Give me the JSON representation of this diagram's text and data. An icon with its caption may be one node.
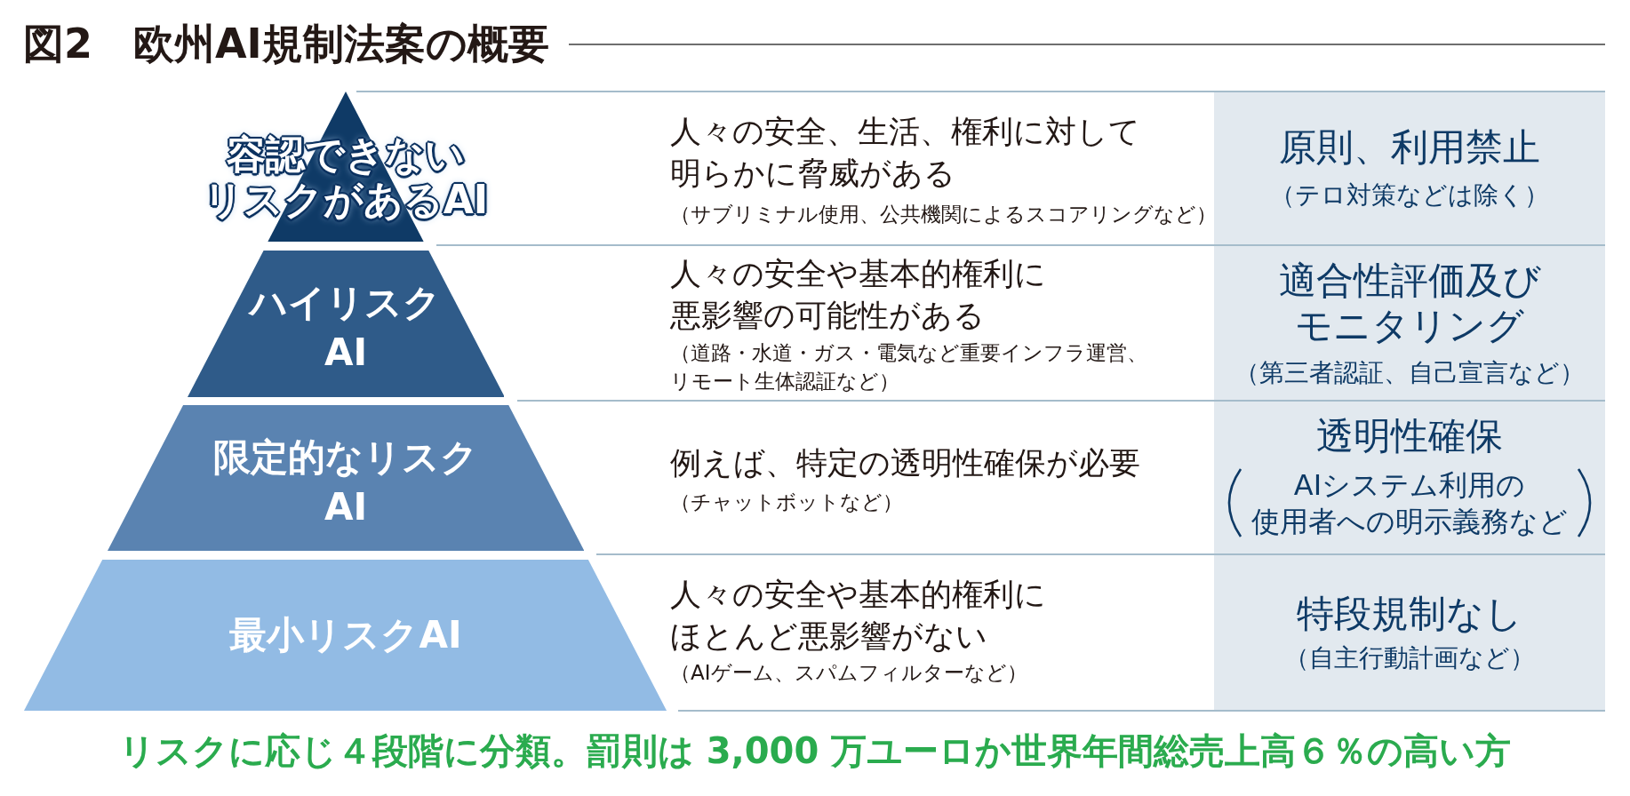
{
  "diagram": {
    "title": "図2　欧州AI規制法案の概要",
    "nodes": [
      {
        "text": [
          "容認できないリスクがあるAI"
        ],
        "beside": [
          "人々の安全、生活、権利に対して明らかに脅威がある",
          "（サブリミナル使用、公共機関によるスコアリングなど）"
        ]
      },
      {
        "text": [
          "原則、利用禁止",
          "（テロ対策などは除く）"
        ]
      },
      {
        "text": [
          "ハイリスクAI"
        ],
        "beside": [
          "人々の安全や基本的権利に悪影響の可能性がある",
          "（道路・水道・ガス・電気など重要インフラ運営、リモート生体認証など）"
        ]
      },
      {
        "text": [
          "適合性評価及びモニタリング",
          "（第三者認証、自己宣言など）"
        ]
      },
      {
        "text": [
          "限定的なリスクAI"
        ],
        "beside": [
          "例えば、特定の透明性確保が必要",
          "（チャットボットなど）"
        ]
      },
      {
        "text": [
          "透明性確保",
          "AIシステム利用の使用者への明示義務など"
        ]
      },
      {
        "text": [
          "最小リスクAI"
        ],
        "beside": [
          "人々の安全や基本的権利にほとんど悪影響がない",
          "（AIゲーム、スパムフィルターなど）"
        ]
      },
      {
        "text": [
          "特段規制なし",
          "（自主行動計画など）"
        ]
      }
    ],
    "caption": "リスクに応じ４段階に分類。罰則は 3,000 万ユーロか世界年間総売上高６％の高い方"
  }
}
